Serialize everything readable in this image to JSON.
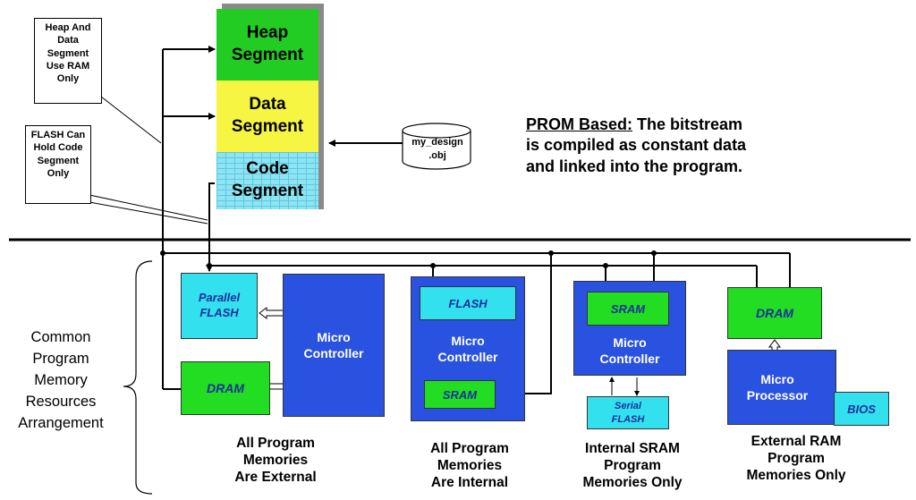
{
  "colors": {
    "heap": "#22cc22",
    "data": "#f5f542",
    "code": "#7fe0f0",
    "mcu": "#2a52e0",
    "flash": "#33e0ee",
    "dram": "#22dd22"
  },
  "segments": {
    "heap": "Heap\nSegment",
    "data": "Data\nSegment",
    "code": "Code\nSegment"
  },
  "notes": {
    "ram_only": "Heap And\nData\nSegment\nUse RAM\nOnly",
    "flash_code": "FLASH Can\nHold  Code\nSegment\nOnly"
  },
  "obj_file": "my_design\n.obj",
  "prom": {
    "heading": "PROM Based:",
    "rest": " The bitstream",
    "line2": "is compiled as constant data",
    "line3": "and linked into the program."
  },
  "left_label": "Common\nProgram\nMemory\nResources\nArrangement",
  "arch1": {
    "flash": "Parallel\nFLASH",
    "dram": "DRAM",
    "mcu": "Micro\nController",
    "caption": "All Program\nMemories\nAre External"
  },
  "arch2": {
    "flash": "FLASH",
    "mcu": "Micro\nController",
    "sram": "SRAM",
    "caption": "All Program\nMemories\nAre Internal"
  },
  "arch3": {
    "sram": "SRAM",
    "mcu": "Micro\nController",
    "serial_flash": "Serial\nFLASH",
    "caption": "Internal  SRAM\nProgram\nMemories Only"
  },
  "arch4": {
    "dram": "DRAM",
    "mpu": "Micro\nProcessor",
    "bios": "BIOS",
    "caption": "External RAM\nProgram\nMemories Only"
  }
}
